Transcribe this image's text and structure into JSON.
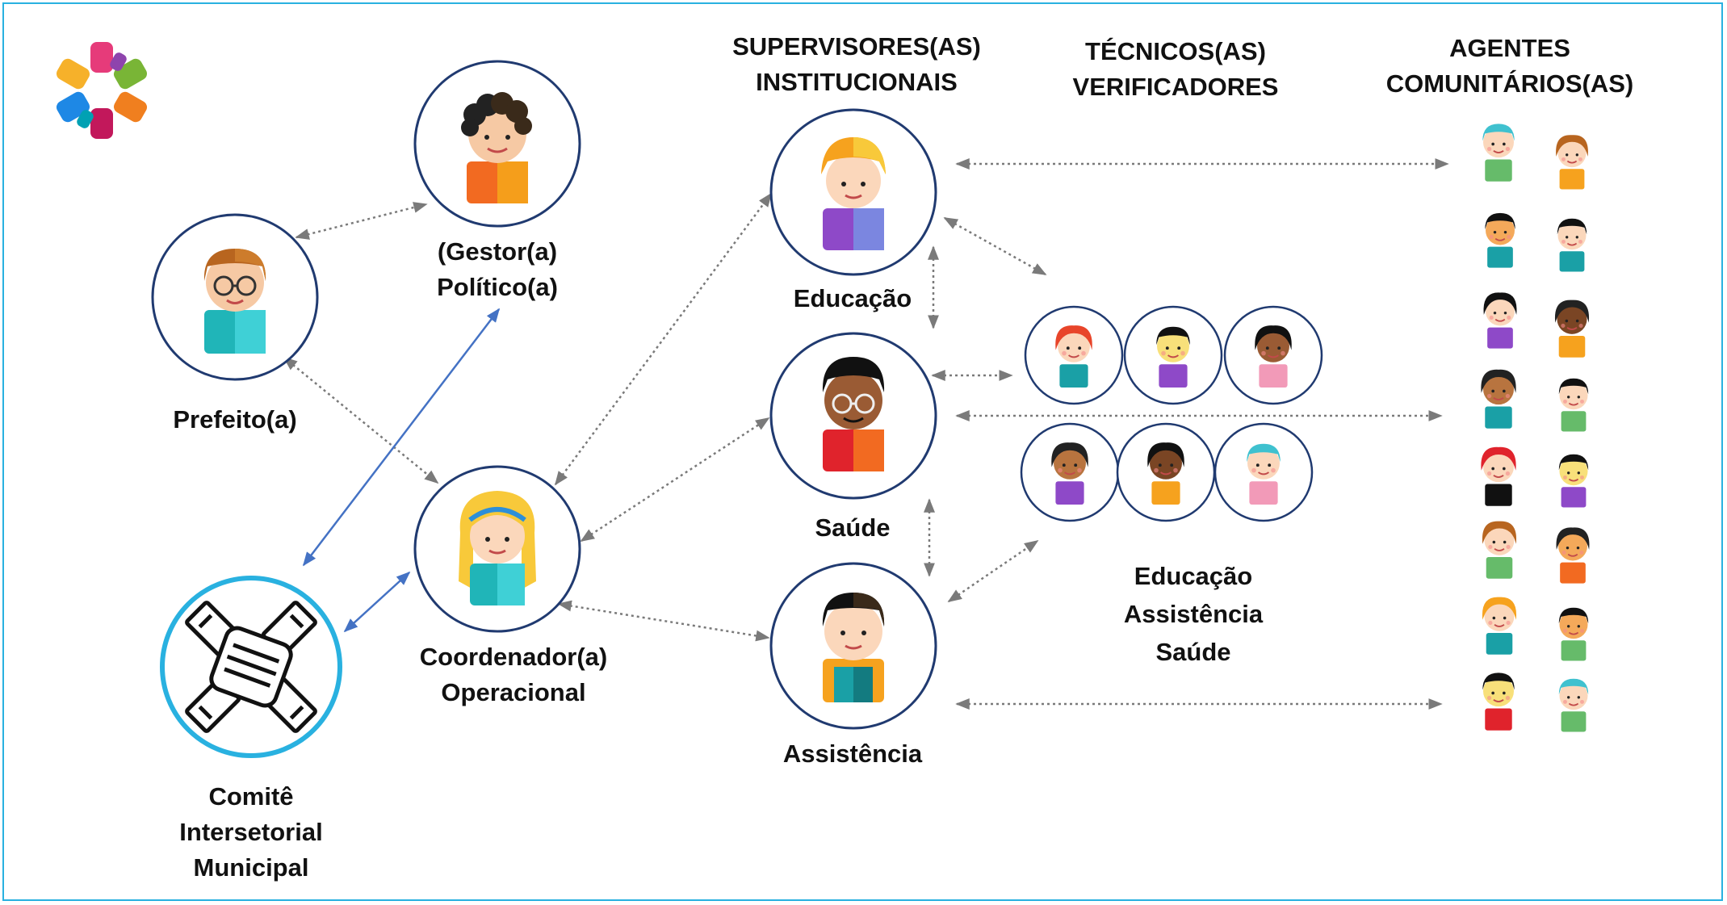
{
  "colors": {
    "frame": "#29b1e0",
    "solid_arrow": "#4472c4",
    "dotted_arrow": "#7a7a7a",
    "circle": "#203a70",
    "committee_circle": "#29b1e0"
  },
  "logo": {
    "icon": "hands-circle-logo-icon"
  },
  "headers": {
    "supervisores": [
      "SUPERVISORES(AS)",
      "INSTITUCIONAIS"
    ],
    "tecnicos": [
      "TÉCNICOS(AS)",
      "VERIFICADORES"
    ],
    "agentes": [
      "AGENTES",
      "COMUNITÁRIOS(AS)"
    ]
  },
  "nodes": {
    "gestor": {
      "lines": [
        "(Gestor(a)",
        "Político(a)"
      ],
      "icon": "gestor-avatar-icon"
    },
    "prefeito": {
      "label": "Prefeito(a)",
      "icon": "prefeito-avatar-icon"
    },
    "comite": {
      "lines": [
        "Comitê",
        "Intersetorial",
        "Municipal"
      ],
      "icon": "handshake-committee-icon"
    },
    "coordenador": {
      "lines": [
        "Coordenador(a)",
        "Operacional"
      ],
      "icon": "coordenador-avatar-icon"
    },
    "educacao": {
      "label": "Educação",
      "icon": "educacao-supervisor-avatar-icon"
    },
    "saude": {
      "label": "Saúde",
      "icon": "saude-supervisor-avatar-icon"
    },
    "assistencia": {
      "label": "Assistência",
      "icon": "assistencia-supervisor-avatar-icon"
    }
  },
  "tecnicos_areas": [
    "Educação",
    "Assistência",
    "Saúde"
  ]
}
